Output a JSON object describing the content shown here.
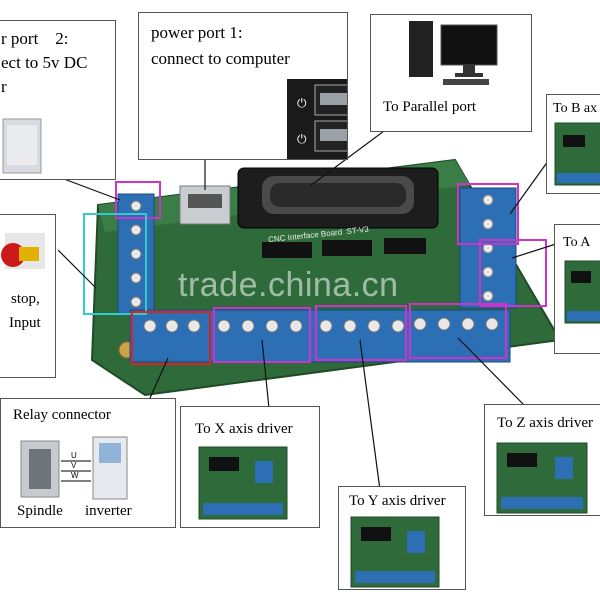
{
  "callouts": {
    "power_port_2": {
      "line1": "r port    2:",
      "line2": "ect to 5v DC",
      "line3": "r"
    },
    "power_port_1": {
      "line1": "power port 1:",
      "line2": "connect to computer"
    },
    "parallel": {
      "label": "To Parallel port"
    },
    "b_axis": {
      "label": "To B ax"
    },
    "a_axis": {
      "label": "To A"
    },
    "estop": {
      "line1": "stop,",
      "line2": "Input"
    },
    "relay": {
      "title": "Relay connector",
      "spindle": "Spindle",
      "inverter": "inverter",
      "uvw": [
        "U",
        "V",
        "W"
      ]
    },
    "x_axis": {
      "label": "To X axis driver"
    },
    "y_axis": {
      "label": "To Y axis driver"
    },
    "z_axis": {
      "label": "To Z axis driver"
    }
  },
  "board": {
    "silk_title": "CNC Interface Board  ST-V3"
  },
  "watermark": "trade.china.cn",
  "colors": {
    "board": "#2f6b3a",
    "terminal": "#2c6fb5",
    "highlight_magenta": "#cc33cc",
    "highlight_red": "#dd2222",
    "highlight_cyan": "#33cccc"
  }
}
